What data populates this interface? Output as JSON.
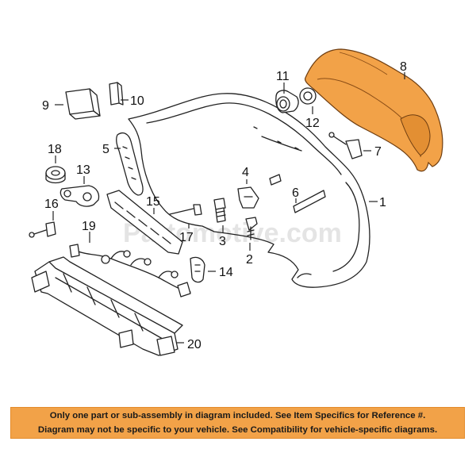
{
  "watermark": "Partomotive.com",
  "highlight_color": "#f2a248",
  "callouts": {
    "c1": "1",
    "c2": "2",
    "c3": "3",
    "c4": "4",
    "c5": "5",
    "c6": "6",
    "c7": "7",
    "c8": "8",
    "c9": "9",
    "c10": "10",
    "c11": "11",
    "c12": "12",
    "c13": "13",
    "c14": "14",
    "c15": "15",
    "c16": "16",
    "c17": "17",
    "c18": "18",
    "c19": "19",
    "c20": "20"
  },
  "disclaimer": {
    "line1": "Only one part or sub-assembly in diagram included. See Item Specifics for Reference #.",
    "line2": "Diagram may not be specific to your vehicle. See Compatibility for vehicle-specific diagrams."
  }
}
